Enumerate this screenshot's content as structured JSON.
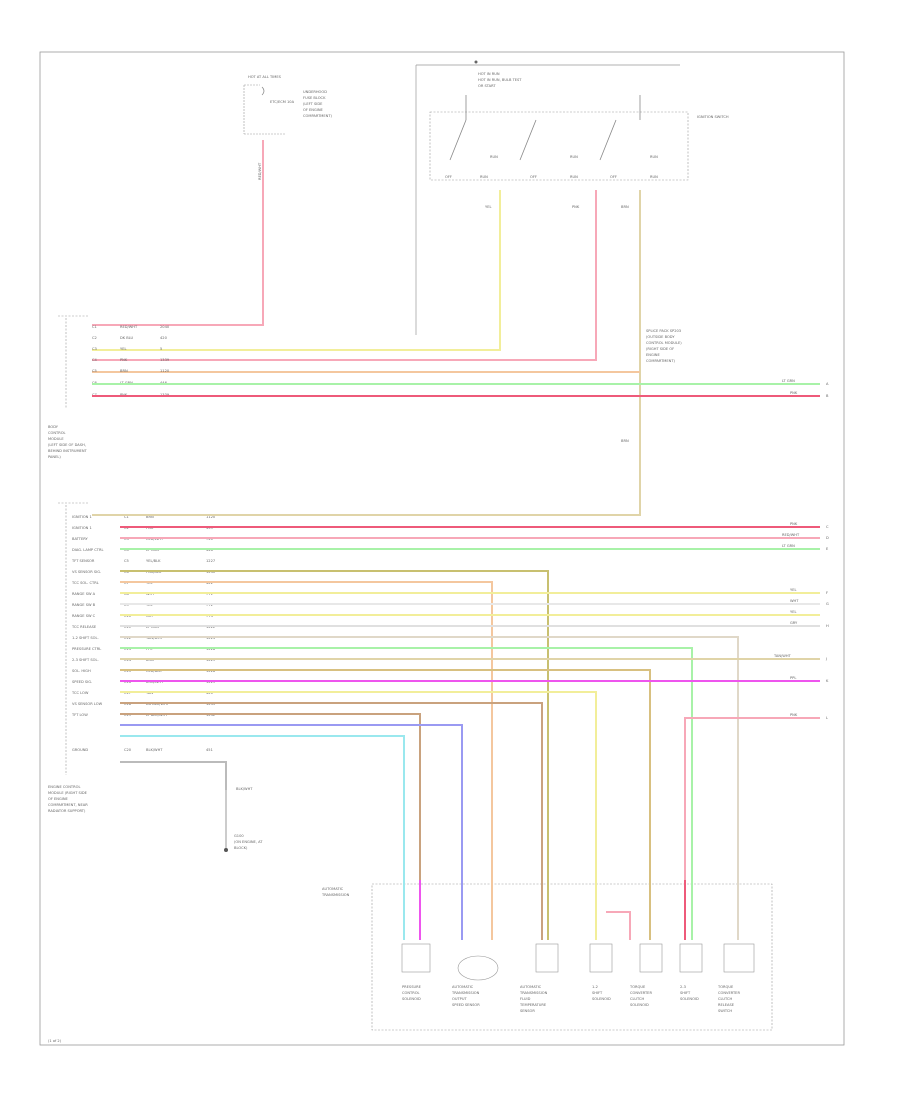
{
  "colors": {
    "pink": "#f7a8b8",
    "red_pink": "#ee5a7a",
    "yellow": "#f2ee9a",
    "green": "#a8f2a8",
    "magenta": "#ee55ee",
    "orange": "#f4c79e",
    "blue": "#9a9af2",
    "cyan": "#9ae8ee",
    "brown": "#c9a27e",
    "olive": "#c8c070",
    "tan": "#e0d4a8",
    "gray": "#bbbbbb",
    "frame": "#999999"
  },
  "fuse_block": {
    "title": "HOT AT ALL TIMES",
    "lines": [
      "UNDERHOOD",
      "FUSE BLOCK",
      "(LEFT SIDE",
      "OF ENGINE",
      "COMPARTMENT)"
    ],
    "fuse": "ETC/ECM 10A",
    "wire": "RED/WHT"
  },
  "ignition_switch": {
    "title": "HOT IN RUN",
    "lines": [
      "HOT IN RUN, BULB TEST",
      "OR START"
    ],
    "label": "IGNITION SWITCH",
    "switch_labels": [
      "OFF",
      "RUN",
      "OFF",
      "RUN",
      "OFF",
      "RUN",
      "RUN",
      "RUN",
      "RUN"
    ],
    "wires": [
      "YEL",
      "PNK",
      "BRN"
    ]
  },
  "connector1": {
    "rows": [
      {
        "pin": "C1",
        "color": "RED/WHT",
        "circuit": "2040"
      },
      {
        "pin": "C2",
        "color": "DK BLU",
        "circuit": "420"
      },
      {
        "pin": "C3",
        "color": "YEL",
        "circuit": "5"
      },
      {
        "pin": "C4",
        "color": "PNK",
        "circuit": "1339"
      },
      {
        "pin": "C5",
        "color": "BRN",
        "circuit": "1120"
      },
      {
        "pin": "C6",
        "color": "LT GRN",
        "circuit": "446"
      },
      {
        "pin": "C7",
        "color": "PNK",
        "circuit": "1339"
      }
    ],
    "label_lines": [
      "BODY",
      "CONTROL",
      "MODULE",
      "(LEFT SIDE OF DASH,",
      "BEHIND INSTRUMENT",
      "PANEL)"
    ]
  },
  "ecm": {
    "rows": [
      {
        "label": "IGNITION 1",
        "pin": "C1",
        "color": "BRN",
        "circuit": "1120"
      },
      {
        "label": "IGNITION 1",
        "pin": "C2",
        "color": "PNK",
        "circuit": "339"
      },
      {
        "label": "BATTERY",
        "pin": "C3",
        "color": "RED/WHT",
        "circuit": "740"
      },
      {
        "label": "DIAG. LAMP CTRL",
        "pin": "C4",
        "color": "LT GRN",
        "circuit": "446"
      },
      {
        "label": "TFT SENSOR",
        "pin": "C5",
        "color": "YEL/BLK",
        "circuit": "1227"
      },
      {
        "label": "VS SENSOR SIG.",
        "pin": "C6",
        "color": "PNK/BLK",
        "circuit": "1230"
      },
      {
        "label": "TCC SOL. CTRL",
        "pin": "C7",
        "color": "YEL",
        "circuit": "422"
      },
      {
        "label": "RANGE SW A",
        "pin": "C8",
        "color": "WHT",
        "circuit": "771"
      },
      {
        "label": "RANGE SW B",
        "pin": "C9",
        "color": "YEL",
        "circuit": "772"
      },
      {
        "label": "RANGE SW C",
        "pin": "C10",
        "color": "GRY",
        "circuit": "773"
      },
      {
        "label": "TCC RELEASE",
        "pin": "C11",
        "color": "LT GRN",
        "circuit": "1222"
      },
      {
        "label": "1-2 SHIFT SOL.",
        "pin": "C12",
        "color": "TAN/WHT",
        "circuit": "1223"
      },
      {
        "label": "PRESSURE CTRL",
        "pin": "C13",
        "color": "PPL",
        "circuit": "1228"
      },
      {
        "label": "2-3 SHIFT SOL.",
        "pin": "C14",
        "color": "BRN",
        "circuit": "1229"
      },
      {
        "label": "SOL. HIGH",
        "pin": "C15",
        "color": "RED/BLK",
        "circuit": "1228"
      },
      {
        "label": "SPEED SIG.",
        "pin": "C16",
        "color": "BRN/WHT",
        "circuit": "1229"
      },
      {
        "label": "TCC LOW",
        "pin": "C17",
        "color": "TAN",
        "circuit": "420"
      },
      {
        "label": "VS SENSOR LOW",
        "pin": "C18",
        "color": "DK BLU/WHT",
        "circuit": "1231"
      },
      {
        "label": "TFT LOW",
        "pin": "C19",
        "color": "LT BLU/WHT",
        "circuit": "1232"
      },
      {
        "label": "GROUND",
        "pin": "C20",
        "color": "BLK/WHT",
        "circuit": "451"
      }
    ],
    "label_lines": [
      "ENGINE CONTROL",
      "MODULE (RIGHT SIDE",
      "OF ENGINE",
      "COMPARTMENT, NEAR",
      "RADIATOR SUPPORT)"
    ]
  },
  "ground": {
    "wire": "BLK/WHT",
    "label_lines": [
      "G100",
      "(ON ENGINE, AT",
      "BLOCK)"
    ]
  },
  "right_labels": [
    {
      "text": "LT GRN"
    },
    {
      "text": "PNK"
    },
    {
      "text": "PNK"
    },
    {
      "text": "RED/WHT"
    },
    {
      "text": "LT GRN"
    },
    {
      "text": "YEL"
    },
    {
      "text": "WHT"
    },
    {
      "text": "YEL"
    },
    {
      "text": "GRY"
    },
    {
      "text": "TAN/WHT"
    },
    {
      "text": "PPL"
    },
    {
      "text": "PNK"
    }
  ],
  "right_markers": [
    "A",
    "B",
    "C",
    "D",
    "E",
    "F",
    "G",
    "H",
    "J",
    "K",
    "L"
  ],
  "splice_label": [
    "SPLICE PACK SP203",
    "(OUTSIDE BODY",
    "CONTROL MODULE)",
    "(RIGHT SIDE OF",
    "ENGINE",
    "COMPARTMENT)"
  ],
  "transmission": {
    "title_lines": [
      "AUTOMATIC",
      "TRANSMISSION"
    ],
    "components": [
      {
        "lines": [
          "PRESSURE",
          "CONTROL",
          "SOLENOID"
        ]
      },
      {
        "lines": [
          "AUTOMATIC",
          "TRANSMISSION",
          "OUTPUT",
          "SPEED SENSOR"
        ]
      },
      {
        "lines": [
          "AUTOMATIC",
          "TRANSMISSION",
          "FLUID",
          "TEMPERATURE",
          "SENSOR"
        ]
      },
      {
        "lines": [
          "1-2",
          "SHIFT",
          "SOLENOID"
        ]
      },
      {
        "lines": [
          "TORQUE",
          "CONVERTER",
          "CLUTCH",
          "SOLENOID"
        ]
      },
      {
        "lines": [
          "2-3",
          "SHIFT",
          "SOLENOID"
        ]
      },
      {
        "lines": [
          "TORQUE",
          "CONVERTER",
          "CLUTCH",
          "RELEASE",
          "SWITCH"
        ]
      }
    ]
  },
  "figure_id": "(1 of 2)"
}
